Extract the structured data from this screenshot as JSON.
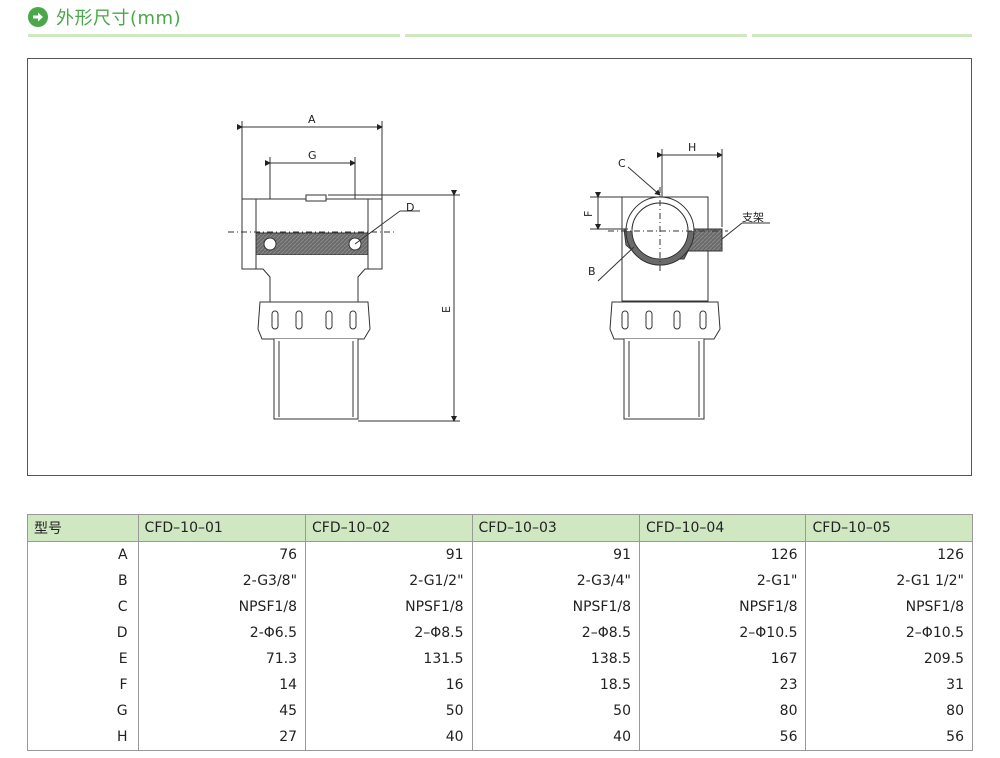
{
  "header": {
    "title": "外形尺寸(mm)",
    "icon": "arrow-right-circle-icon",
    "accent": "#4aa84a"
  },
  "drawing": {
    "labels": {
      "A": "A",
      "G": "G",
      "D": "D",
      "E": "E",
      "H": "H",
      "C": "C",
      "F": "F",
      "B": "B",
      "bracket": "支架"
    }
  },
  "table": {
    "corner": "型号",
    "models": [
      "CFD–10–01",
      "CFD–10–02",
      "CFD–10–03",
      "CFD–10–04",
      "CFD–10–05"
    ],
    "rows": [
      {
        "label": "A",
        "values": [
          "76",
          "91",
          "91",
          "126",
          "126"
        ]
      },
      {
        "label": "B",
        "values": [
          "2-G3/8\"",
          "2-G1/2\"",
          "2-G3/4\"",
          "2-G1\"",
          "2-G1 1/2\""
        ]
      },
      {
        "label": "C",
        "values": [
          "NPSF1/8",
          "NPSF1/8",
          "NPSF1/8",
          "NPSF1/8",
          "NPSF1/8"
        ]
      },
      {
        "label": "D",
        "values": [
          "2-Φ6.5",
          "2–Φ8.5",
          "2–Φ8.5",
          "2–Φ10.5",
          "2–Φ10.5"
        ]
      },
      {
        "label": "E",
        "values": [
          "71.3",
          "131.5",
          "138.5",
          "167",
          "209.5"
        ]
      },
      {
        "label": "F",
        "values": [
          "14",
          "16",
          "18.5",
          "23",
          "31"
        ]
      },
      {
        "label": "G",
        "values": [
          "45",
          "50",
          "50",
          "80",
          "80"
        ]
      },
      {
        "label": "H",
        "values": [
          "27",
          "40",
          "40",
          "56",
          "56"
        ]
      }
    ]
  }
}
